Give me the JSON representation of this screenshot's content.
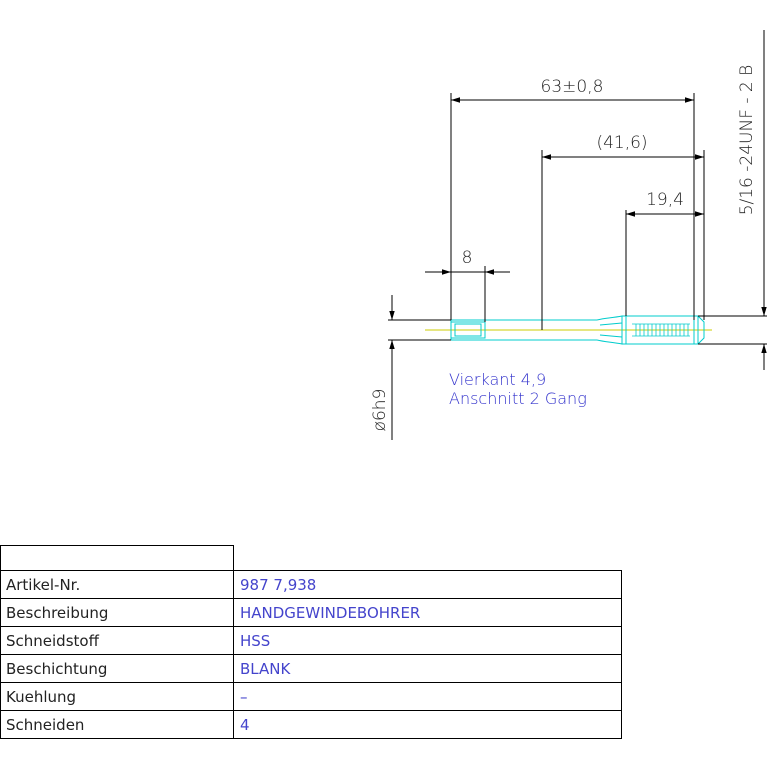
{
  "dimensions": {
    "overall_length": "63±0,8",
    "shank_length": "(41,6)",
    "thread_length": "19,4",
    "square_length": "8",
    "shank_diameter": "ø6h9",
    "thread_spec": "5/16 -24UNF - 2 B"
  },
  "notes": {
    "line1": "Vierkant 4,9",
    "line2": "Anschnitt 2 Gang"
  },
  "table": {
    "rows": [
      {
        "label": "Artikel-Nr.",
        "value": "987 7,938"
      },
      {
        "label": "Beschreibung",
        "value": "HANDGEWINDEBOHRER"
      },
      {
        "label": "Schneidstoff",
        "value": "HSS"
      },
      {
        "label": "Beschichtung",
        "value": "BLANK"
      },
      {
        "label": "Kuehlung",
        "value": "–"
      },
      {
        "label": "Schneiden",
        "value": "4"
      }
    ]
  },
  "colors": {
    "outline": "#00cccc",
    "centerline": "#cccc00",
    "dimension": "#000000",
    "note": "#3333cc"
  }
}
